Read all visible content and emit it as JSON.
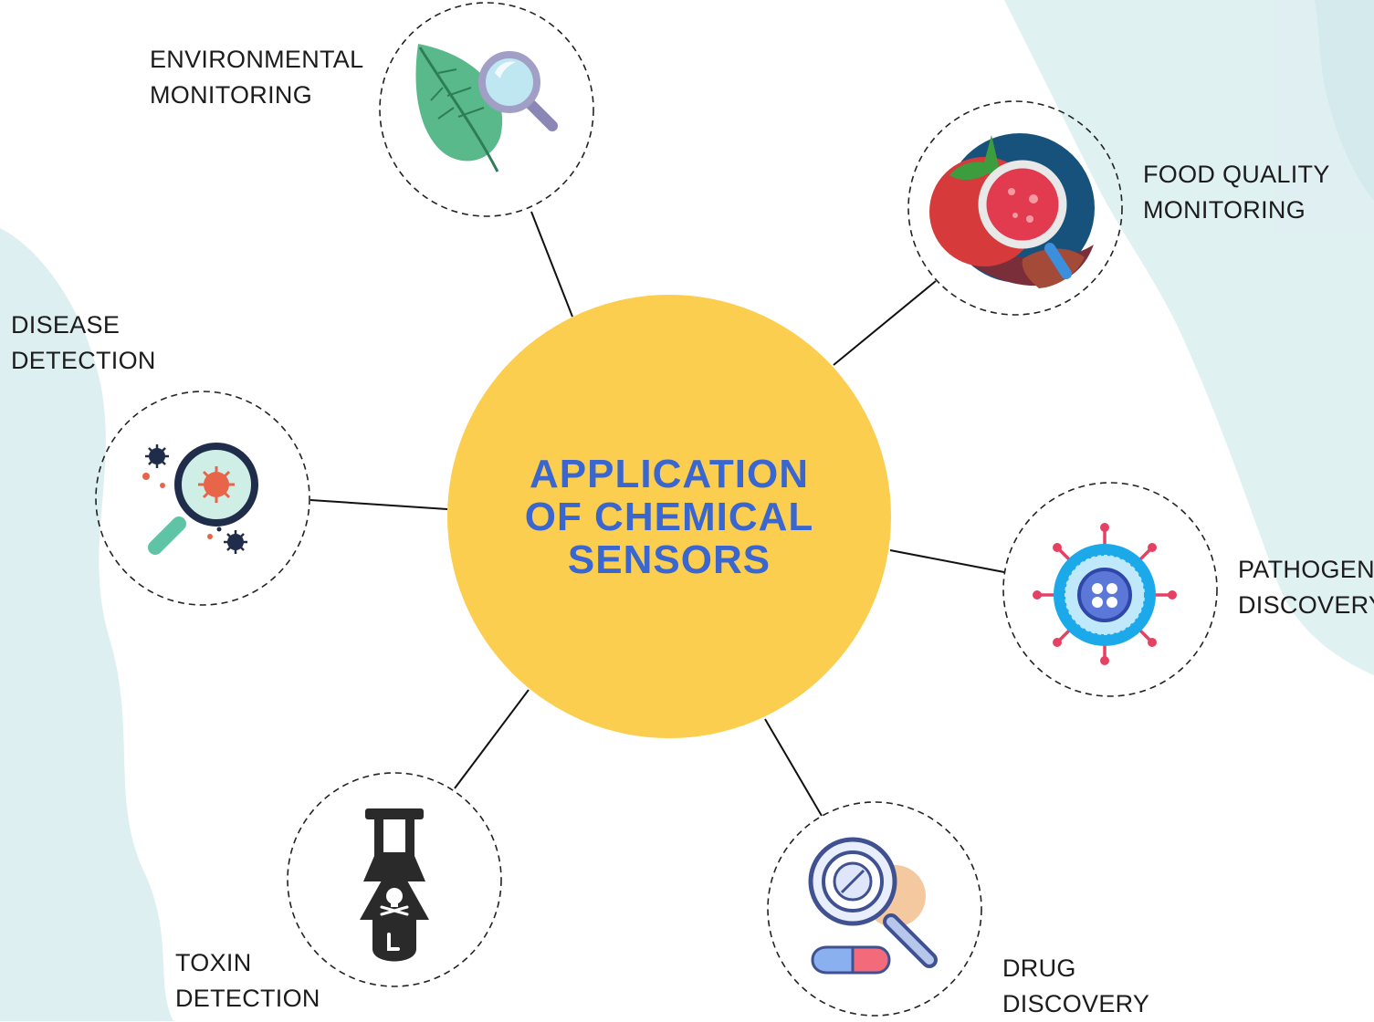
{
  "center": {
    "title_lines": [
      "APPLICATION",
      "OF CHEMICAL",
      "SENSORS"
    ],
    "fill_color": "#fcce4f",
    "text_color": "#3a66cf"
  },
  "nodes": [
    {
      "id": "environmental-monitoring",
      "label_lines": [
        "ENVIRONMENTAL",
        "MONITORING"
      ],
      "icon": "leaf-magnifier-icon"
    },
    {
      "id": "food-quality-monitoring",
      "label_lines": [
        "FOOD QUALITY",
        "MONITORING"
      ],
      "icon": "tomato-magnifier-icon"
    },
    {
      "id": "disease-detection",
      "label_lines": [
        "DISEASE",
        "DETECTION"
      ],
      "icon": "virus-magnifier-icon"
    },
    {
      "id": "pathogen-discovery",
      "label_lines": [
        "PATHOGEN",
        "DISCOVERY"
      ],
      "icon": "pathogen-cell-icon"
    },
    {
      "id": "toxin-detection",
      "label_lines": [
        "TOXIN",
        "DETECTION"
      ],
      "icon": "toxic-test-tube-icon"
    },
    {
      "id": "drug-discovery",
      "label_lines": [
        "DRUG",
        "DISCOVERY"
      ],
      "icon": "pill-magnifier-icon"
    }
  ],
  "colors": {
    "background_wash": "#cfe7ea",
    "connector": "#111111",
    "node_border": "#222222"
  }
}
